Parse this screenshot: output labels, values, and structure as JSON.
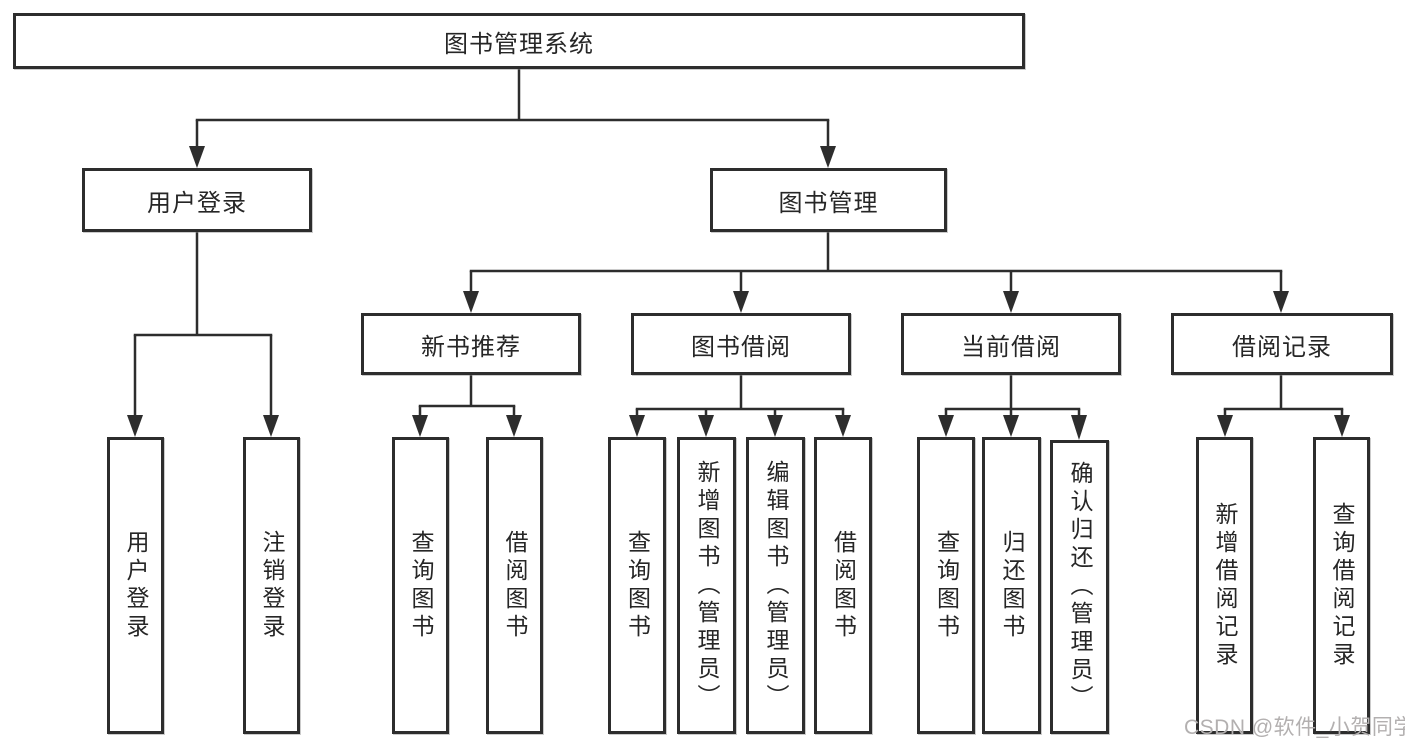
{
  "diagram": {
    "root": "图书管理系统",
    "login_branch": {
      "label": "用户登录",
      "children": [
        "用户登录",
        "注销登录"
      ]
    },
    "management_branch": {
      "label": "图书管理",
      "groups": [
        {
          "label": "新书推荐",
          "children": [
            "查询图书",
            "借阅图书"
          ]
        },
        {
          "label": "图书借阅",
          "children": [
            "查询图书",
            "新增图书（管理员）",
            "编辑图书（管理员）",
            "借阅图书"
          ]
        },
        {
          "label": "当前借阅",
          "children": [
            "查询图书",
            "归还图书",
            "确认归还（管理员）"
          ]
        },
        {
          "label": "借阅记录",
          "children": [
            "新增借阅记录",
            "查询借阅记录"
          ]
        }
      ]
    },
    "colors": {
      "line": "#2d2d2d",
      "border": "#2d2d2d",
      "text": "#262626",
      "watermark": "#b3b0b0",
      "background": "#ffffff"
    }
  },
  "watermark": "CSDN @软件_小贺同学"
}
